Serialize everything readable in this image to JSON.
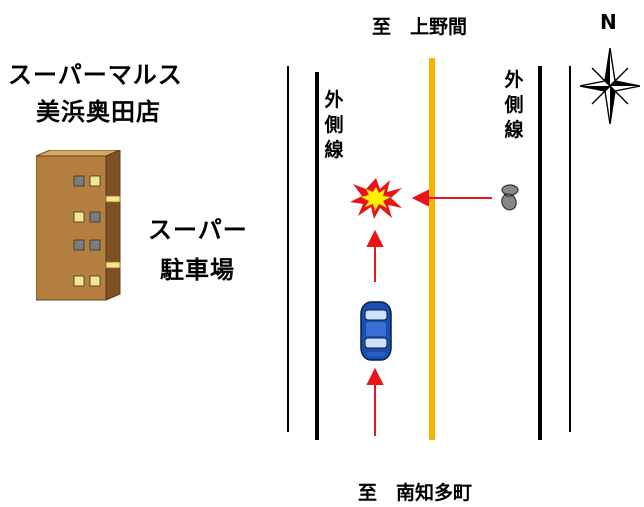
{
  "store": {
    "name_line1": "スーパーマルス",
    "name_line2": "美浜奥田店"
  },
  "parking": {
    "line1": "スーパー",
    "line2": "駐車場"
  },
  "directions": {
    "north": "至　上野間",
    "south": "至　南知多町"
  },
  "lane_labels": {
    "left": [
      "外",
      "側",
      "線"
    ],
    "right": [
      "外",
      "側",
      "線"
    ]
  },
  "compass": {
    "letter": "N"
  },
  "colors": {
    "center_line": "#f5b400",
    "arrow": "#e8141a",
    "car_body": "#1a4fb0",
    "building_face": "#b07a3c",
    "building_side": "#7a4f22"
  },
  "icons": {
    "car": "car-icon",
    "collision": "collision-icon",
    "pedestrian": "pedestrian-icon",
    "compass": "compass-rose-icon",
    "building": "building-icon"
  }
}
